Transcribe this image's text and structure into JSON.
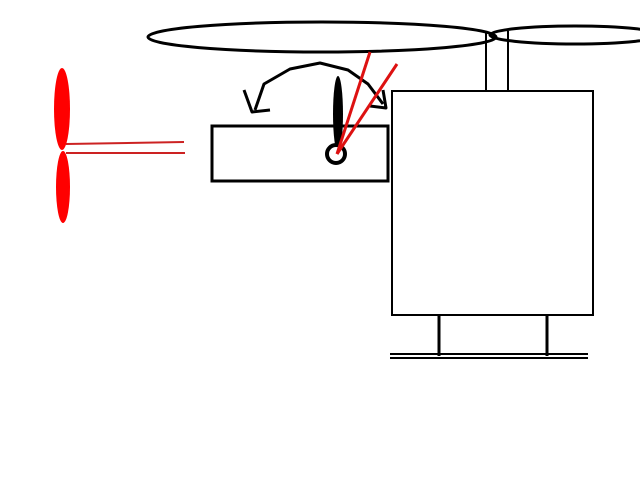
{
  "diagram": {
    "colors": {
      "background": "#ffffff",
      "outline": "#000000",
      "accent": "#ff0000",
      "tail_line": "#cc2222",
      "pivot_line": "#dd1111"
    },
    "parts": [
      "main-rotor",
      "rotor-mast",
      "fuselage-body",
      "landing-skid",
      "tail-boom",
      "tail-rotor",
      "control-lever",
      "rotation-arrow",
      "pivot-lines"
    ]
  }
}
